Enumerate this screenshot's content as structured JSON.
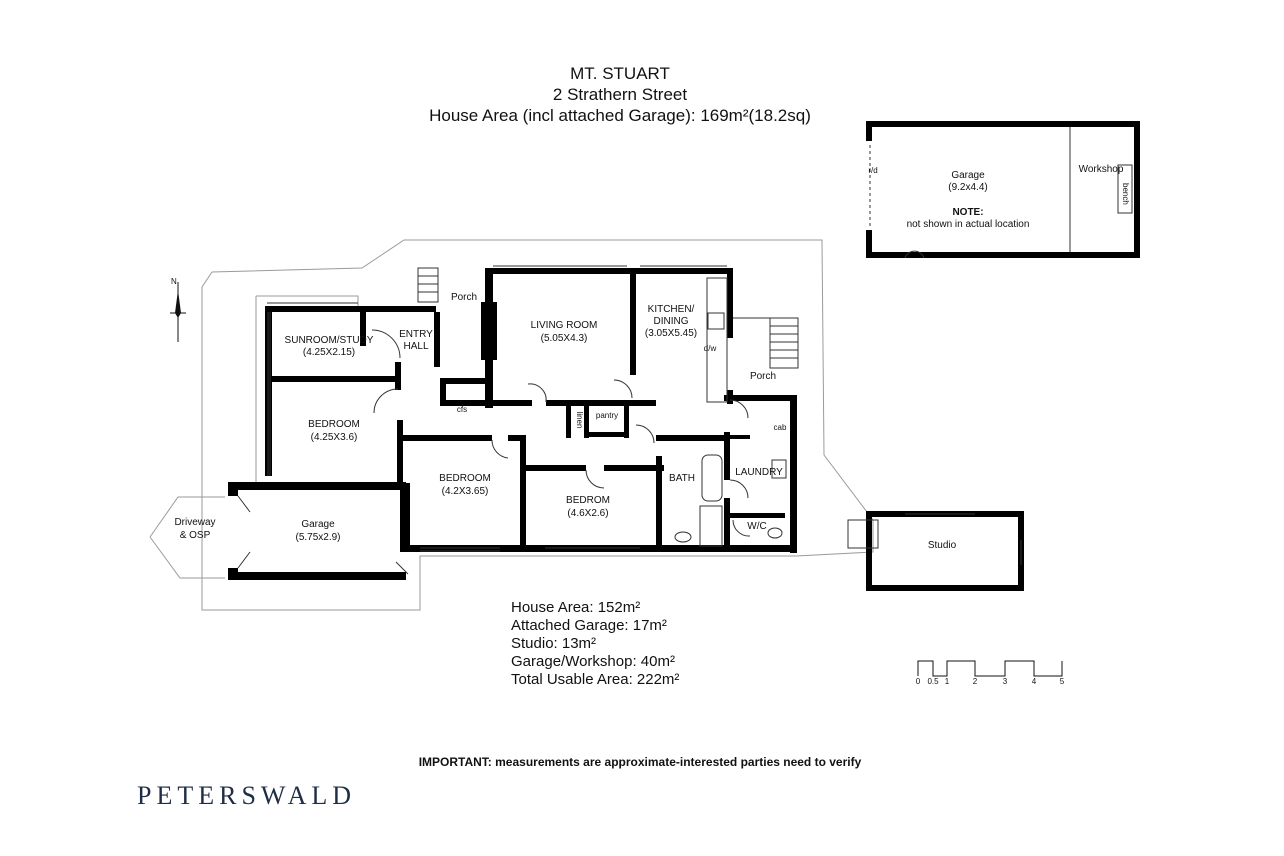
{
  "header": {
    "suburb": "MT. STUART",
    "address": "2 Strathern Street",
    "house_area": "House Area (incl attached Garage): 169m²(18.2sq)"
  },
  "rooms": {
    "sunroom_name": "SUNROOM/STUDY",
    "sunroom_dim": "(4.25X2.15)",
    "entry_l1": "ENTRY",
    "entry_l2": "HALL",
    "porch_front": "Porch",
    "living_name": "LIVING ROOM",
    "living_dim": "(5.05X4.3)",
    "kitchen_l1": "KITCHEN/",
    "kitchen_l2": "DINING",
    "kitchen_dim": "(3.05X5.45)",
    "dw": "d/w",
    "porch_back": "Porch",
    "cab": "cab",
    "linen": "linen",
    "pantry": "pantry",
    "cfs": "cfs",
    "bedroom1_name": "BEDROOM",
    "bedroom1_dim": "(4.25X3.6)",
    "bedroom2_name": "BEDROOM",
    "bedroom2_dim": "(4.2X3.65)",
    "bedroom3_name": "BEDROM",
    "bedroom3_dim": "(4.6X2.6)",
    "bath": "BATH",
    "laundry": "LAUNDRY",
    "wc": "W/C",
    "garage_att_name": "Garage",
    "garage_att_dim": "(5.75x2.9)",
    "driveway_l1": "Driveway",
    "driveway_l2": "& OSP",
    "studio": "Studio",
    "garage_det_name": "Garage",
    "garage_det_dim": "(9.2x4.4)",
    "note_title": "NOTE:",
    "note_text": "not shown in actual location",
    "workshop": "Workshop",
    "bench": "bench",
    "rd": "r/d",
    "north": "N"
  },
  "areas": {
    "house": "House Area: 152m²",
    "attached_garage": "Attached Garage: 17m²",
    "studio": "Studio: 13m²",
    "garage_workshop": "Garage/Workshop: 40m²",
    "total": "Total Usable Area: 222m²"
  },
  "scale": {
    "labels": [
      "0",
      "0.5",
      "1",
      "2",
      "3",
      "4",
      "5"
    ]
  },
  "important": "IMPORTANT: measurements are approximate-interested parties need to verify",
  "brand": "PETERSWALD",
  "colors": {
    "wall": "#000000",
    "brand": "#1f2d46",
    "outline": "#9a9a9a"
  }
}
